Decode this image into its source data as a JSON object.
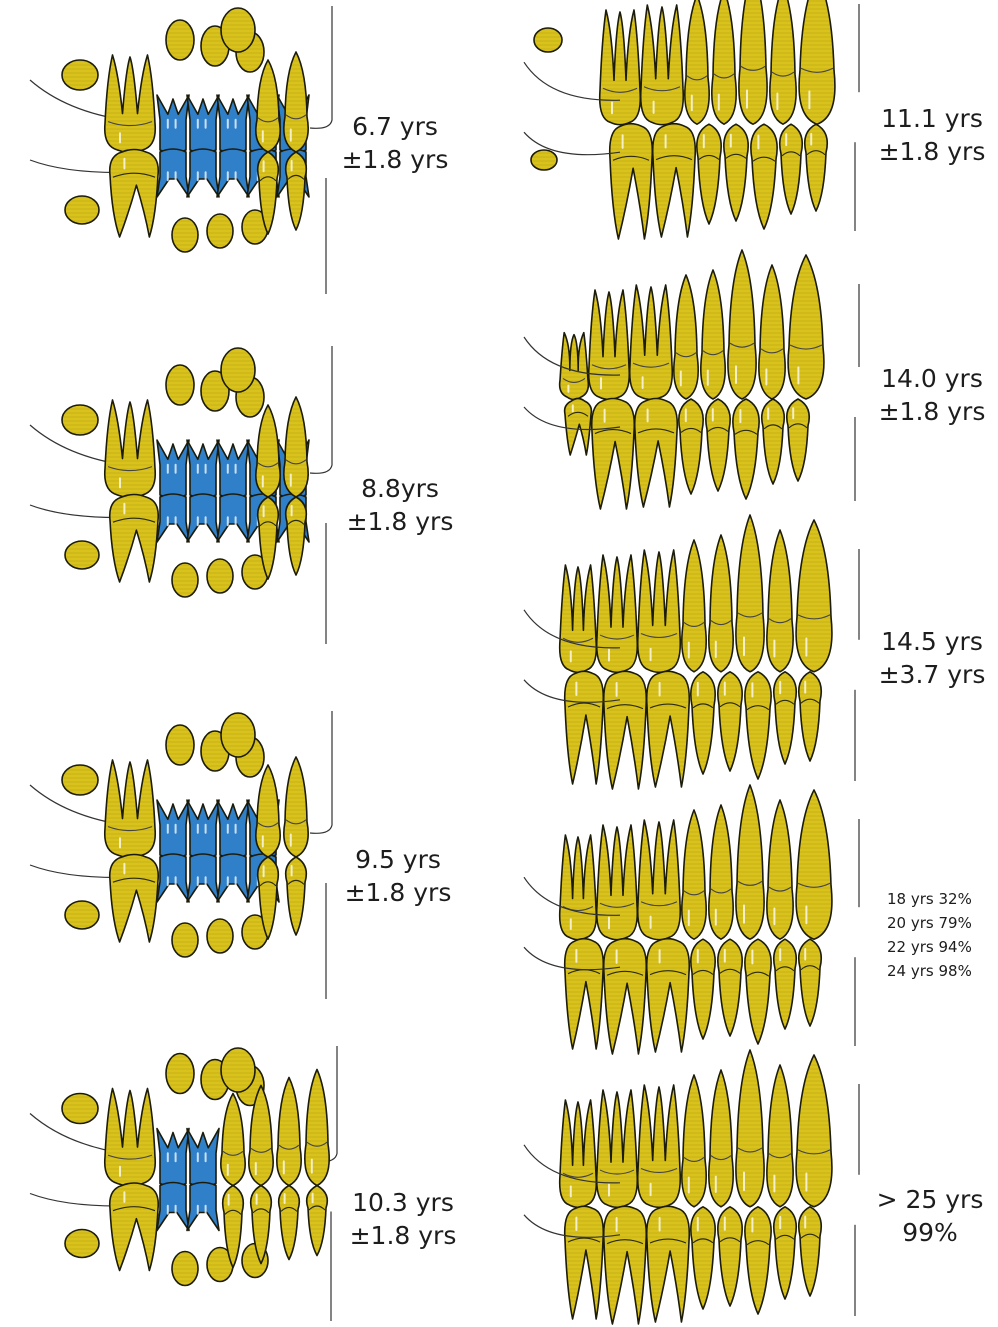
{
  "colors": {
    "permanent": "#d9c21c",
    "primary": "#2f7fc9",
    "outline": "#1b1b0a",
    "background": "#ffffff"
  },
  "stages": [
    {
      "id": "s1",
      "lines": [
        "6.7 yrs",
        "±1.8 yrs"
      ]
    },
    {
      "id": "s2",
      "lines": [
        "8.8yrs",
        "±1.8 yrs"
      ]
    },
    {
      "id": "s3",
      "lines": [
        "9.5 yrs",
        "±1.8 yrs"
      ]
    },
    {
      "id": "s4",
      "lines": [
        "10.3 yrs",
        "±1.8 yrs"
      ]
    },
    {
      "id": "s5",
      "lines": [
        "11.1 yrs",
        "±1.8 yrs"
      ]
    },
    {
      "id": "s6",
      "lines": [
        "14.0 yrs",
        "±1.8 yrs"
      ]
    },
    {
      "id": "s7",
      "lines": [
        "14.5 yrs",
        "±3.7 yrs"
      ]
    },
    {
      "id": "s8",
      "lines": [
        "18 yrs 32%",
        "20 yrs 79%",
        "22 yrs 94%",
        "24 yrs 98%"
      ]
    },
    {
      "id": "s9",
      "lines": [
        "> 25 yrs",
        "99%"
      ]
    }
  ]
}
